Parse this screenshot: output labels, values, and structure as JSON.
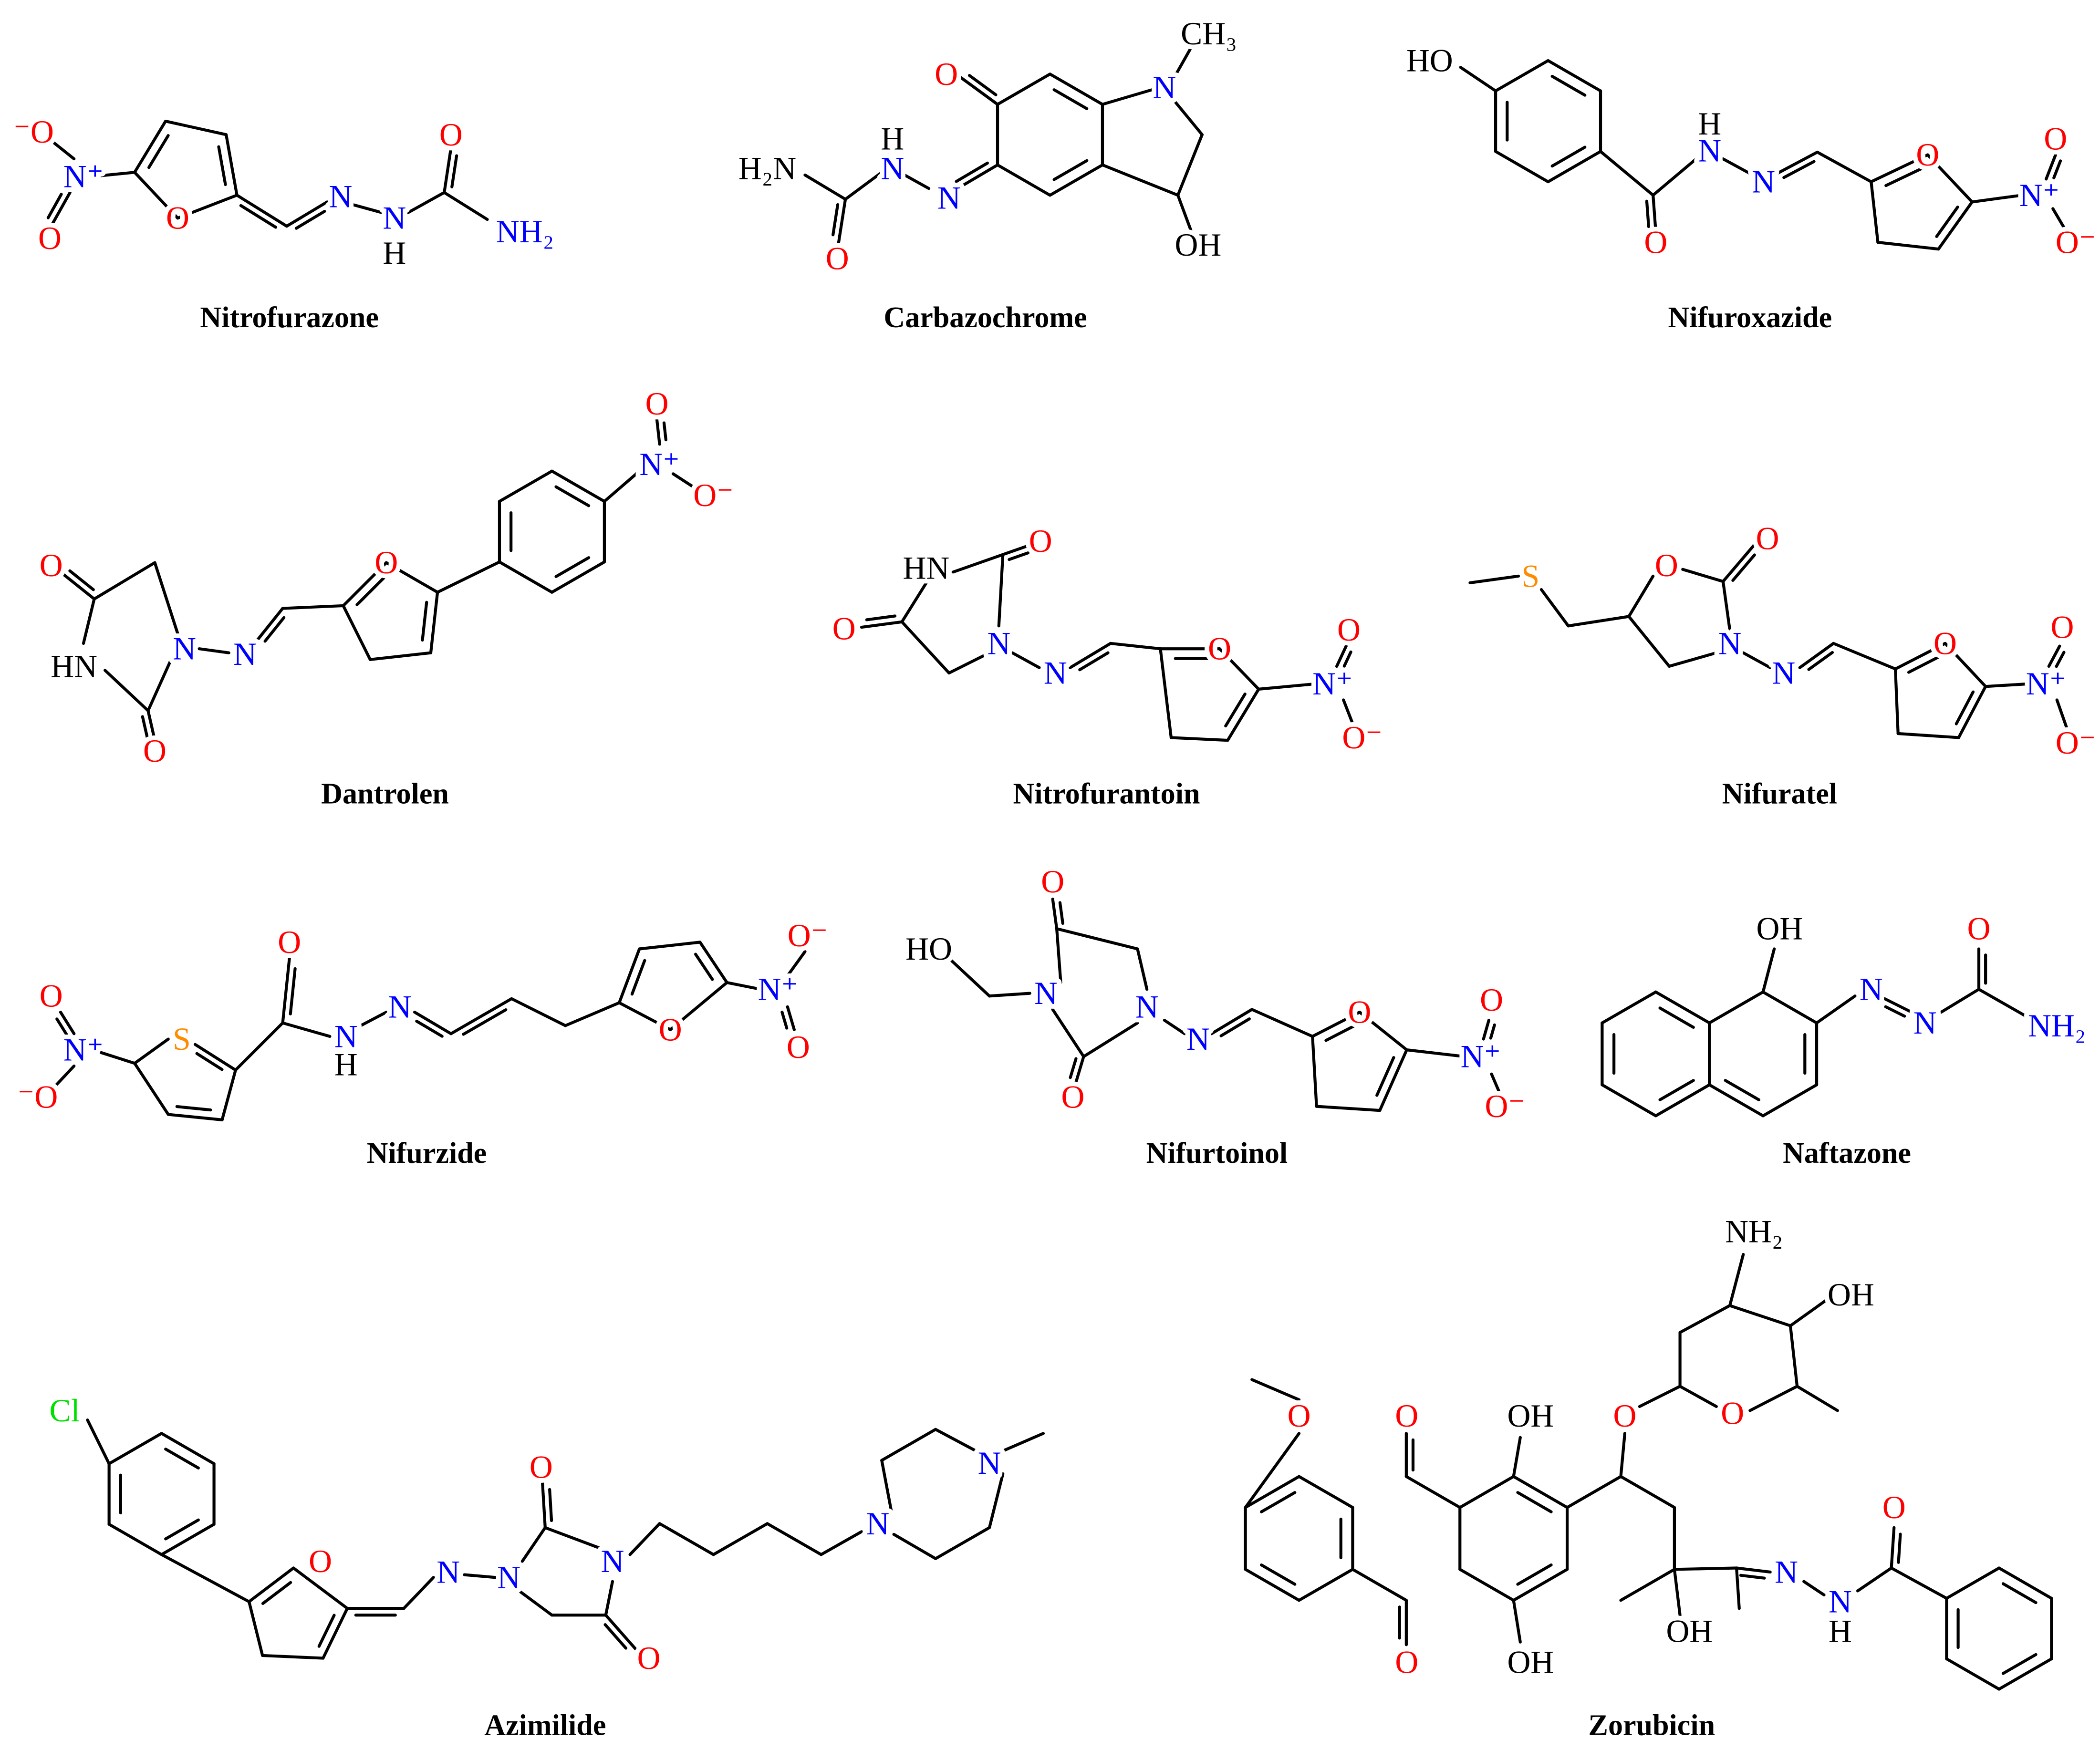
{
  "colors": {
    "oxygen": "#ff0000",
    "nitrogen": "#0000ff",
    "sulfur": "#ff8c00",
    "chlorine": "#00e000",
    "carbon": "#000000"
  },
  "molecules": [
    {
      "name": "Nitrofurazone",
      "atoms": [
        "⁻O",
        "N⁺",
        "O",
        "O",
        "N",
        "N",
        "H",
        "O",
        "NH₂"
      ]
    },
    {
      "name": "Carbazochrome",
      "atoms": [
        "O",
        "N",
        "CH₃",
        "OH",
        "N",
        "N",
        "H",
        "H₂N",
        "O"
      ]
    },
    {
      "name": "Nifuroxazide",
      "atoms": [
        "HO",
        "O",
        "N",
        "H",
        "N",
        "O",
        "N⁺",
        "O",
        "O⁻"
      ]
    },
    {
      "name": "Dantrolen",
      "atoms": [
        "O",
        "HN",
        "O",
        "N",
        "N",
        "O",
        "N⁺",
        "O",
        "O⁻"
      ]
    },
    {
      "name": "Nitrofurantoin",
      "atoms": [
        "HN",
        "O",
        "O",
        "N",
        "N",
        "O",
        "N⁺",
        "O",
        "O⁻"
      ]
    },
    {
      "name": "Nifuratel",
      "atoms": [
        "S",
        "O",
        "O",
        "N",
        "N",
        "O",
        "N⁺",
        "O",
        "O⁻"
      ]
    },
    {
      "name": "Nifurzide",
      "atoms": [
        "O",
        "N⁺",
        "⁻O",
        "S",
        "O",
        "N",
        "H",
        "N",
        "O",
        "N⁺",
        "O⁻",
        "O"
      ]
    },
    {
      "name": "Nifurtoinol",
      "atoms": [
        "HO",
        "N",
        "O",
        "N",
        "O",
        "N",
        "O",
        "N⁺",
        "O",
        "O⁻"
      ]
    },
    {
      "name": "Naftazone",
      "atoms": [
        "OH",
        "N",
        "N",
        "O",
        "NH₂"
      ]
    },
    {
      "name": "Azimilide",
      "atoms": [
        "Cl",
        "O",
        "N",
        "N",
        "O",
        "N",
        "O",
        "N",
        "N"
      ]
    },
    {
      "name": "Zorubicin",
      "atoms": [
        "O",
        "O",
        "O",
        "OH",
        "OH",
        "O",
        "O",
        "NH₂",
        "OH",
        "OH",
        "N",
        "N",
        "H",
        "O"
      ]
    }
  ]
}
